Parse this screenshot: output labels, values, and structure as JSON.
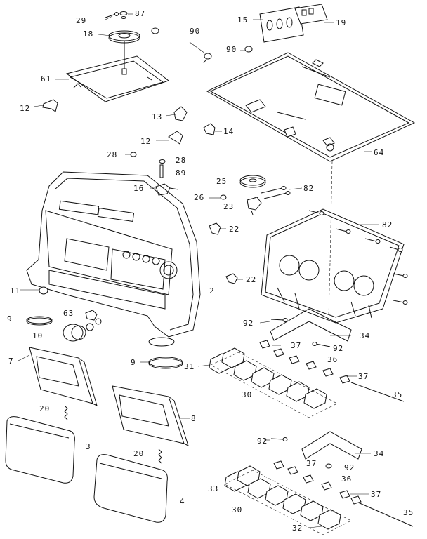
{
  "callouts": [
    {
      "id": "c29",
      "text": "29"
    },
    {
      "id": "c87",
      "text": "87"
    },
    {
      "id": "c18",
      "text": "18"
    },
    {
      "id": "c15",
      "text": "15"
    },
    {
      "id": "c19",
      "text": "19"
    },
    {
      "id": "c90a",
      "text": "90"
    },
    {
      "id": "c90b",
      "text": "90"
    },
    {
      "id": "c61",
      "text": "61"
    },
    {
      "id": "c12a",
      "text": "12"
    },
    {
      "id": "c13",
      "text": "13"
    },
    {
      "id": "c12b",
      "text": "12"
    },
    {
      "id": "c14",
      "text": "14"
    },
    {
      "id": "c64",
      "text": "64"
    },
    {
      "id": "c28a",
      "text": "28"
    },
    {
      "id": "c28b",
      "text": "28"
    },
    {
      "id": "c89",
      "text": "89"
    },
    {
      "id": "c25",
      "text": "25"
    },
    {
      "id": "c16",
      "text": "16"
    },
    {
      "id": "c26",
      "text": "26"
    },
    {
      "id": "c23",
      "text": "23"
    },
    {
      "id": "c82a",
      "text": "82"
    },
    {
      "id": "c22a",
      "text": "22"
    },
    {
      "id": "c82b",
      "text": "82"
    },
    {
      "id": "c11",
      "text": "11"
    },
    {
      "id": "c2",
      "text": "2"
    },
    {
      "id": "c22b",
      "text": "22"
    },
    {
      "id": "c9a",
      "text": "9"
    },
    {
      "id": "c63",
      "text": "63"
    },
    {
      "id": "c10",
      "text": "10"
    },
    {
      "id": "c92a",
      "text": "92"
    },
    {
      "id": "c34a",
      "text": "34"
    },
    {
      "id": "c37a",
      "text": "37"
    },
    {
      "id": "c92b",
      "text": "92"
    },
    {
      "id": "c7",
      "text": "7"
    },
    {
      "id": "c9b",
      "text": "9"
    },
    {
      "id": "c31",
      "text": "31"
    },
    {
      "id": "c36a",
      "text": "36"
    },
    {
      "id": "c37b",
      "text": "37"
    },
    {
      "id": "c30a",
      "text": "30"
    },
    {
      "id": "c35a",
      "text": "35"
    },
    {
      "id": "c20a",
      "text": "20"
    },
    {
      "id": "c8",
      "text": "8"
    },
    {
      "id": "c3",
      "text": "3"
    },
    {
      "id": "c92c",
      "text": "92"
    },
    {
      "id": "c34b",
      "text": "34"
    },
    {
      "id": "c20b",
      "text": "20"
    },
    {
      "id": "c37c",
      "text": "37"
    },
    {
      "id": "c92d",
      "text": "92"
    },
    {
      "id": "c36b",
      "text": "36"
    },
    {
      "id": "c33",
      "text": "33"
    },
    {
      "id": "c37d",
      "text": "37"
    },
    {
      "id": "c4",
      "text": "4"
    },
    {
      "id": "c30b",
      "text": "30"
    },
    {
      "id": "c35b",
      "text": "35"
    },
    {
      "id": "c32",
      "text": "32"
    }
  ]
}
